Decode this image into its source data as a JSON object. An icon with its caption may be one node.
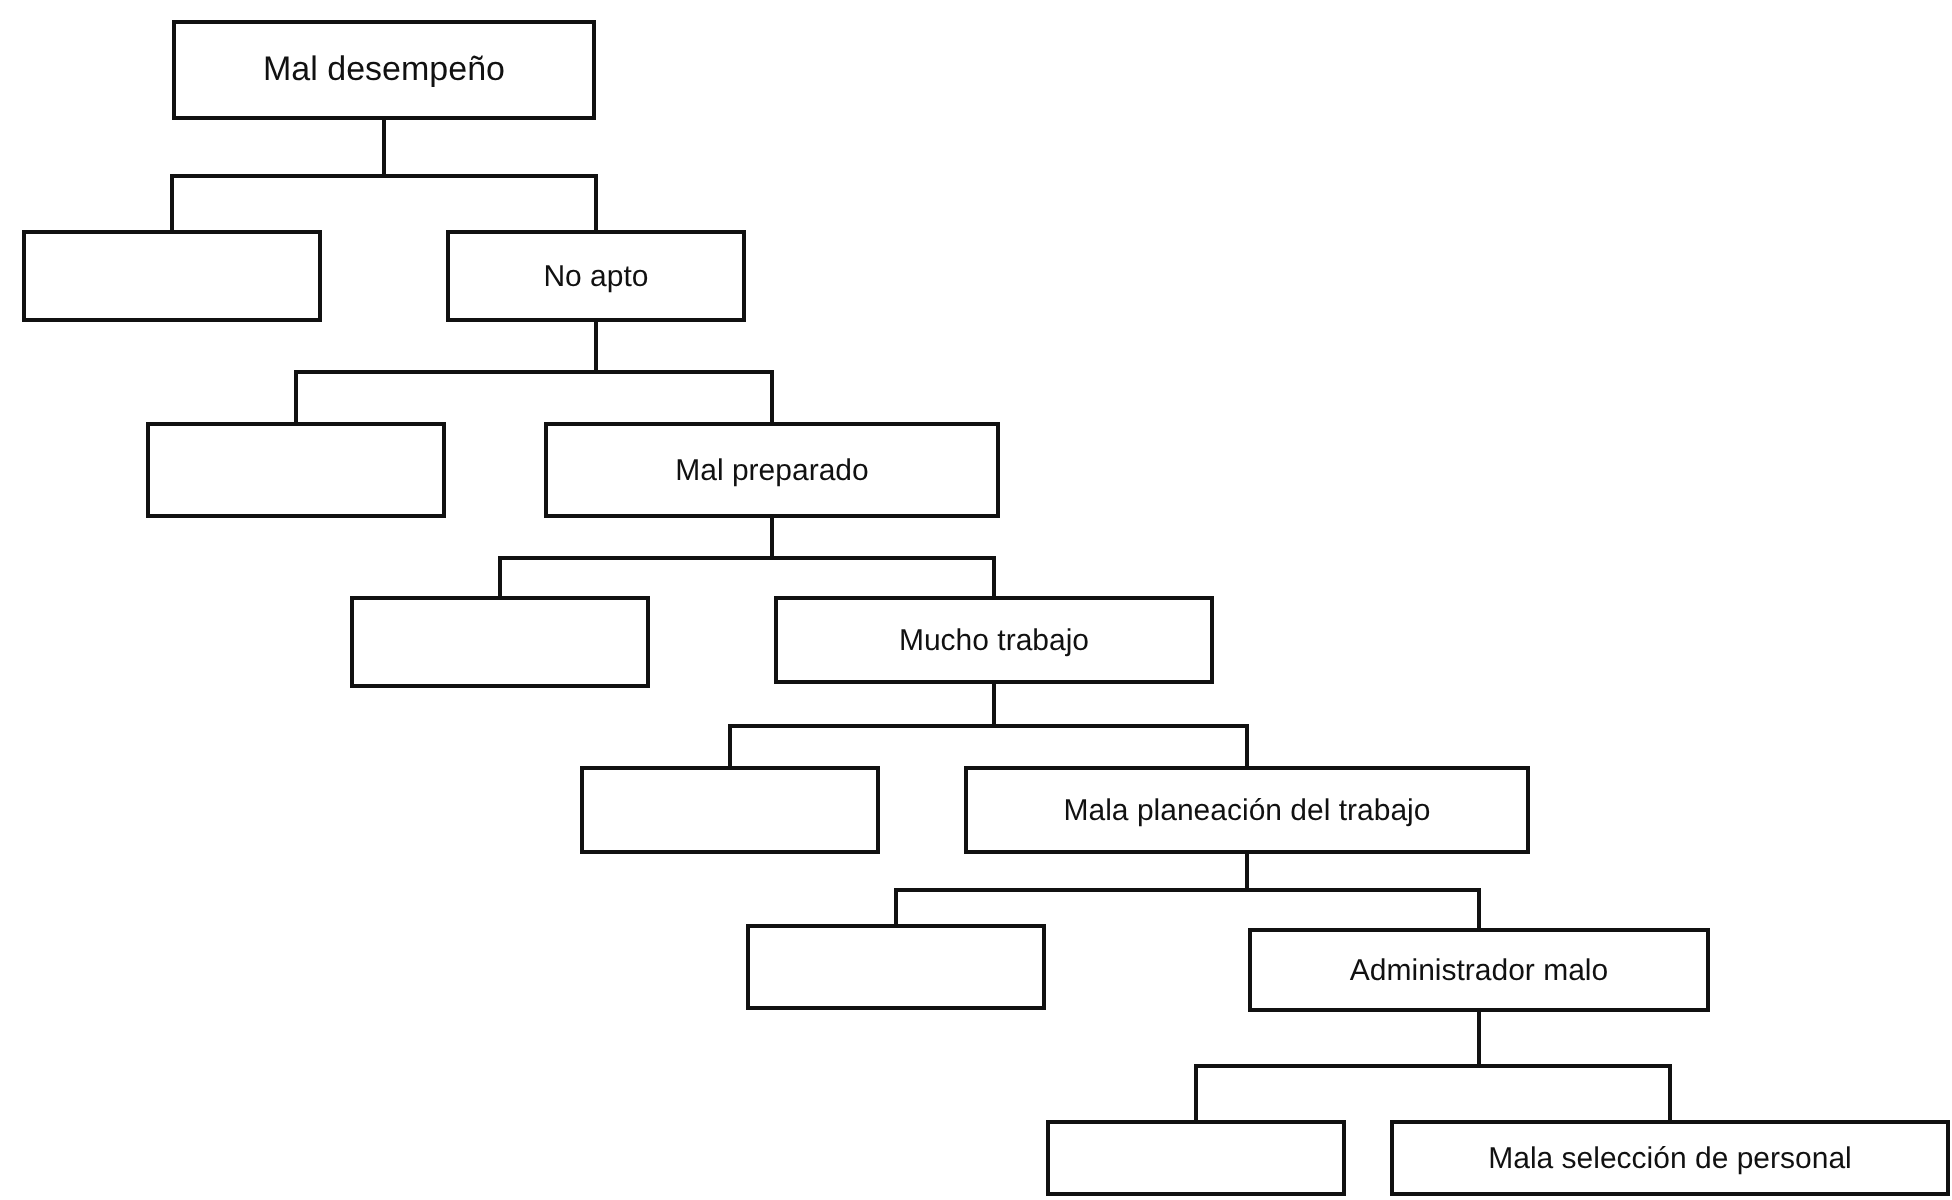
{
  "diagram": {
    "nodes": [
      {
        "text": [
          "Mal desempeño"
        ]
      },
      {
        "text": [],
        "shape": "box"
      },
      {
        "text": [
          "No apto"
        ]
      },
      {
        "text": [],
        "shape": "box"
      },
      {
        "text": [
          "Mal preparado"
        ]
      },
      {
        "text": [],
        "shape": "box"
      },
      {
        "text": [
          "Mucho trabajo"
        ]
      },
      {
        "text": [],
        "shape": "box"
      },
      {
        "text": [
          "Mala planeación del trabajo"
        ]
      },
      {
        "text": [],
        "shape": "box"
      },
      {
        "text": [
          "Administrador malo"
        ]
      },
      {
        "text": [],
        "shape": "box"
      },
      {
        "text": [
          "Mala selección de personal"
        ]
      }
    ],
    "edges": [
      {
        "from": 0,
        "to": 1,
        "arrow": "none"
      },
      {
        "from": 0,
        "to": 2,
        "arrow": "none"
      },
      {
        "from": 2,
        "to": 3,
        "arrow": "none"
      },
      {
        "from": 2,
        "to": 4,
        "arrow": "none"
      },
      {
        "from": 4,
        "to": 5,
        "arrow": "none"
      },
      {
        "from": 4,
        "to": 6,
        "arrow": "none"
      },
      {
        "from": 6,
        "to": 7,
        "arrow": "none"
      },
      {
        "from": 6,
        "to": 8,
        "arrow": "none"
      },
      {
        "from": 8,
        "to": 9,
        "arrow": "none"
      },
      {
        "from": 8,
        "to": 10,
        "arrow": "none"
      },
      {
        "from": 10,
        "to": 11,
        "arrow": "none"
      },
      {
        "from": 10,
        "to": 12,
        "arrow": "none"
      }
    ]
  }
}
